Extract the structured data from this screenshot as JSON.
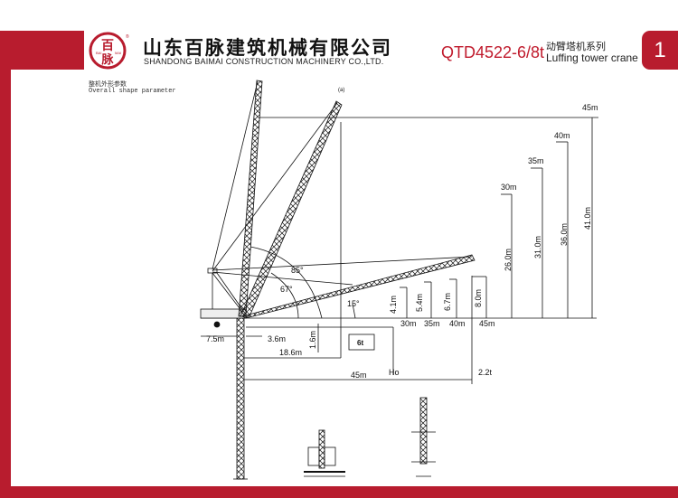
{
  "header": {
    "company_cn": "山东百脉建筑机械有限公司",
    "company_en": "SHANDONG  BAIMAI CONSTRUCTION MACHINERY CO.,LTD.",
    "logo_text": "百脉 BAI MAI",
    "model": "QTD4522-6/8t",
    "series_cn": "动臂塔机系列",
    "series_en": "Luffing tower crane",
    "page_number": "1"
  },
  "section": {
    "title_cn": "整机外形参数",
    "title_en": "Overall shape parameter"
  },
  "colors": {
    "brand_red": "#b81c2e"
  },
  "diagram": {
    "mark_a": "(a)",
    "angles": [
      "85°",
      "67°",
      "15°"
    ],
    "radius_labels": [
      "30m",
      "35m",
      "40m",
      "45m"
    ],
    "tip_radius_labels": [
      "30m",
      "35m",
      "40m",
      "45m"
    ],
    "hook_heights": [
      "26.0m",
      "31.0m",
      "36.0m",
      "41.0m"
    ],
    "drop_heights": [
      "4.1m",
      "5.4m",
      "6.7m",
      "8.0m"
    ],
    "counter_jib": "7.5m",
    "offset": "3.6m",
    "height_1": "1.6m",
    "min_radius": "18.6m",
    "max_radius": "45m",
    "max_load": "6t",
    "tip_load": "2.2t",
    "height_label": "Ho"
  }
}
